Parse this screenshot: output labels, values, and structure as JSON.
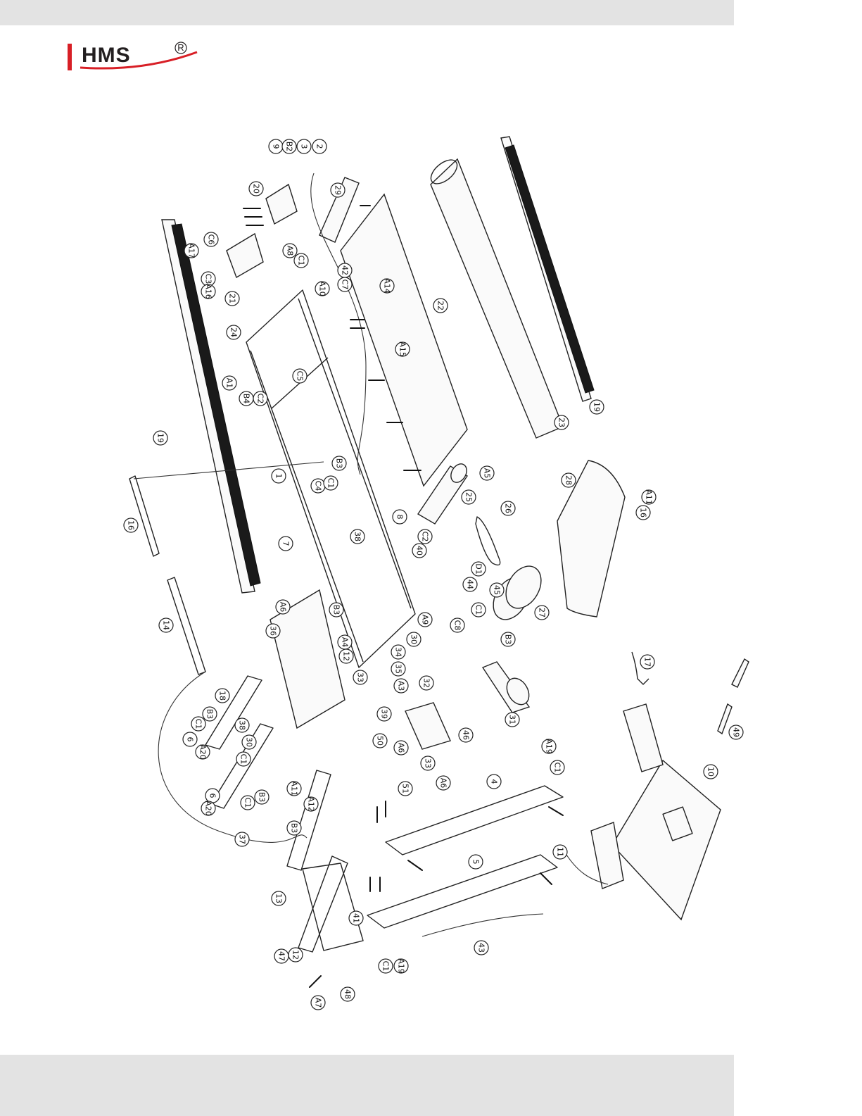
{
  "header": {
    "brand": "HMS",
    "registered_mark": "R",
    "brand_color": "#231f20",
    "accent_color": "#d81f26",
    "band_color": "#e3e3e3"
  },
  "diagram": {
    "callouts": [
      {
        "id": "c9",
        "text": "9"
      },
      {
        "id": "cB2",
        "text": "B2"
      },
      {
        "id": "c3",
        "text": "3"
      },
      {
        "id": "c2",
        "text": "2"
      },
      {
        "id": "c29",
        "text": "29"
      },
      {
        "id": "c20",
        "text": "20"
      },
      {
        "id": "cA17",
        "text": "A17"
      },
      {
        "id": "cC6",
        "text": "C6"
      },
      {
        "id": "cC3",
        "text": "C3"
      },
      {
        "id": "cA16",
        "text": "A16"
      },
      {
        "id": "c21",
        "text": "21"
      },
      {
        "id": "cA8",
        "text": "A8"
      },
      {
        "id": "cC1a",
        "text": "C1"
      },
      {
        "id": "c42",
        "text": "42"
      },
      {
        "id": "cA10",
        "text": "A10"
      },
      {
        "id": "cC7",
        "text": "C7"
      },
      {
        "id": "cA14",
        "text": "A14"
      },
      {
        "id": "c22",
        "text": "22"
      },
      {
        "id": "c24",
        "text": "24"
      },
      {
        "id": "cA15",
        "text": "A15"
      },
      {
        "id": "cC5",
        "text": "C5"
      },
      {
        "id": "cA1",
        "text": "A1"
      },
      {
        "id": "cB4",
        "text": "B4"
      },
      {
        "id": "cC2",
        "text": "C2"
      },
      {
        "id": "c19a",
        "text": "19"
      },
      {
        "id": "c23",
        "text": "23"
      },
      {
        "id": "c19b",
        "text": "19"
      },
      {
        "id": "c1",
        "text": "1"
      },
      {
        "id": "cB3a",
        "text": "B3"
      },
      {
        "id": "cC4",
        "text": "C4"
      },
      {
        "id": "cC1b",
        "text": "C1"
      },
      {
        "id": "cA5",
        "text": "A5"
      },
      {
        "id": "c25",
        "text": "25"
      },
      {
        "id": "c28",
        "text": "28"
      },
      {
        "id": "cA11",
        "text": "A11"
      },
      {
        "id": "c16a",
        "text": "16"
      },
      {
        "id": "c16b",
        "text": "16"
      },
      {
        "id": "c26",
        "text": "26"
      },
      {
        "id": "c7",
        "text": "7"
      },
      {
        "id": "c8",
        "text": "8"
      },
      {
        "id": "c38",
        "text": "38"
      },
      {
        "id": "cC2b",
        "text": "C2"
      },
      {
        "id": "c40",
        "text": "40"
      },
      {
        "id": "cD1",
        "text": "D1"
      },
      {
        "id": "c44",
        "text": "44"
      },
      {
        "id": "c45",
        "text": "45"
      },
      {
        "id": "c27",
        "text": "27"
      },
      {
        "id": "cA6",
        "text": "A6"
      },
      {
        "id": "cB3b",
        "text": "B3"
      },
      {
        "id": "cA9",
        "text": "A9"
      },
      {
        "id": "cC8",
        "text": "C8"
      },
      {
        "id": "cC1c",
        "text": "C1"
      },
      {
        "id": "cB3c",
        "text": "B3"
      },
      {
        "id": "c36",
        "text": "36"
      },
      {
        "id": "c30",
        "text": "30"
      },
      {
        "id": "cA4",
        "text": "A4"
      },
      {
        "id": "c34",
        "text": "34"
      },
      {
        "id": "c35",
        "text": "35"
      },
      {
        "id": "c12a",
        "text": "12"
      },
      {
        "id": "c33a",
        "text": "33"
      },
      {
        "id": "c32",
        "text": "32"
      },
      {
        "id": "cA3",
        "text": "A3"
      },
      {
        "id": "c31",
        "text": "31"
      },
      {
        "id": "c14",
        "text": "14"
      },
      {
        "id": "c17",
        "text": "17"
      },
      {
        "id": "c18",
        "text": "18"
      },
      {
        "id": "cB3d",
        "text": "B3"
      },
      {
        "id": "cC1d",
        "text": "C1"
      },
      {
        "id": "c39",
        "text": "39"
      },
      {
        "id": "c46",
        "text": "46"
      },
      {
        "id": "c6a",
        "text": "6"
      },
      {
        "id": "cA20a",
        "text": "A20"
      },
      {
        "id": "c38b",
        "text": "38"
      },
      {
        "id": "c30b",
        "text": "30"
      },
      {
        "id": "cC1e",
        "text": "C1"
      },
      {
        "id": "c33b",
        "text": "33"
      },
      {
        "id": "cA6b",
        "text": "A6"
      },
      {
        "id": "c49",
        "text": "49"
      },
      {
        "id": "cA19a",
        "text": "A19"
      },
      {
        "id": "cC1f",
        "text": "C1"
      },
      {
        "id": "c50",
        "text": "50"
      },
      {
        "id": "c10",
        "text": "10"
      },
      {
        "id": "c6b",
        "text": "6"
      },
      {
        "id": "cA20b",
        "text": "A20"
      },
      {
        "id": "cB3e",
        "text": "B3"
      },
      {
        "id": "cC1g",
        "text": "C1"
      },
      {
        "id": "cA11b",
        "text": "A11"
      },
      {
        "id": "c51",
        "text": "51"
      },
      {
        "id": "cA6c",
        "text": "A6"
      },
      {
        "id": "c4",
        "text": "4"
      },
      {
        "id": "cA12",
        "text": "A12"
      },
      {
        "id": "c37",
        "text": "37"
      },
      {
        "id": "cB3f",
        "text": "B3"
      },
      {
        "id": "c11",
        "text": "11"
      },
      {
        "id": "c13",
        "text": "13"
      },
      {
        "id": "c5",
        "text": "5"
      },
      {
        "id": "c41",
        "text": "41"
      },
      {
        "id": "c47",
        "text": "47"
      },
      {
        "id": "c12b",
        "text": "12"
      },
      {
        "id": "c43",
        "text": "43"
      },
      {
        "id": "cC1h",
        "text": "C1"
      },
      {
        "id": "cA19b",
        "text": "A19"
      },
      {
        "id": "cA7",
        "text": "A7"
      },
      {
        "id": "c48",
        "text": "48"
      }
    ]
  }
}
